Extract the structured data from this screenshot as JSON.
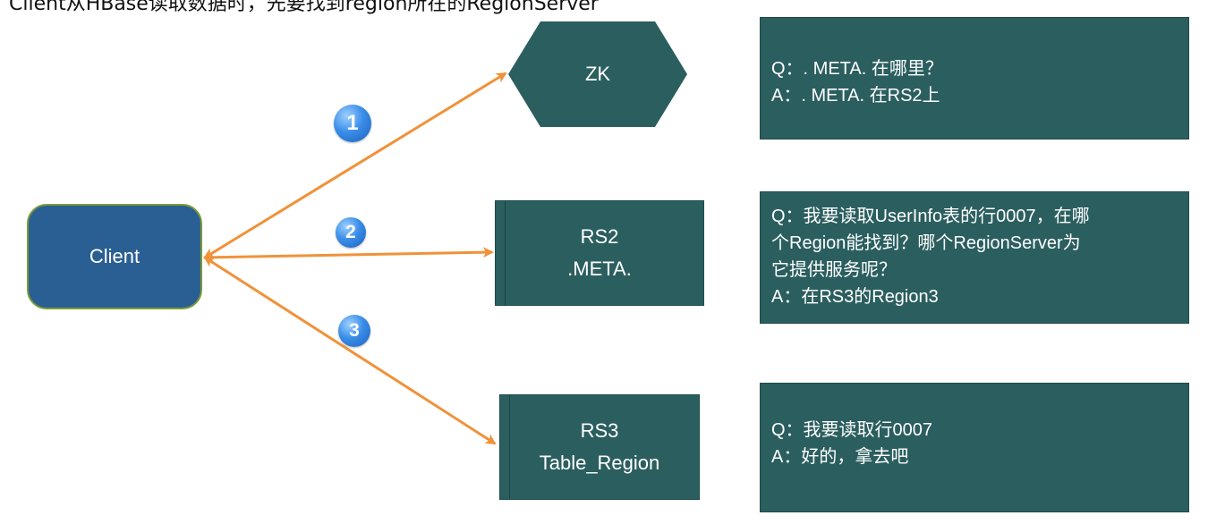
{
  "top_text": "Client从HBase读取数据时，先要找到region所在的RegionServer",
  "nodes": {
    "client": "Client",
    "zk": "ZK",
    "rs2": {
      "line1": "RS2",
      "line2": ".META."
    },
    "rs3": {
      "line1": "RS3",
      "line2": "Table_Region"
    }
  },
  "steps": [
    "1",
    "2",
    "3"
  ],
  "notes": {
    "zk": [
      "Q：. META. 在哪里？",
      "A：. META. 在RS2上"
    ],
    "rs2": [
      "Q：我要读取UserInfo表的行0007，在哪",
      "个Region能找到？哪个RegionServer为",
      "它提供服务呢？",
      "A：在RS3的Region3"
    ],
    "rs3": [
      "Q：我要读取行0007",
      "A：好的，拿去吧"
    ]
  },
  "colors": {
    "arrow": "#f0923a",
    "client_fill": "#2a5f93",
    "node_fill": "#2b5e5f",
    "step_badge": "#2f7fd9"
  }
}
